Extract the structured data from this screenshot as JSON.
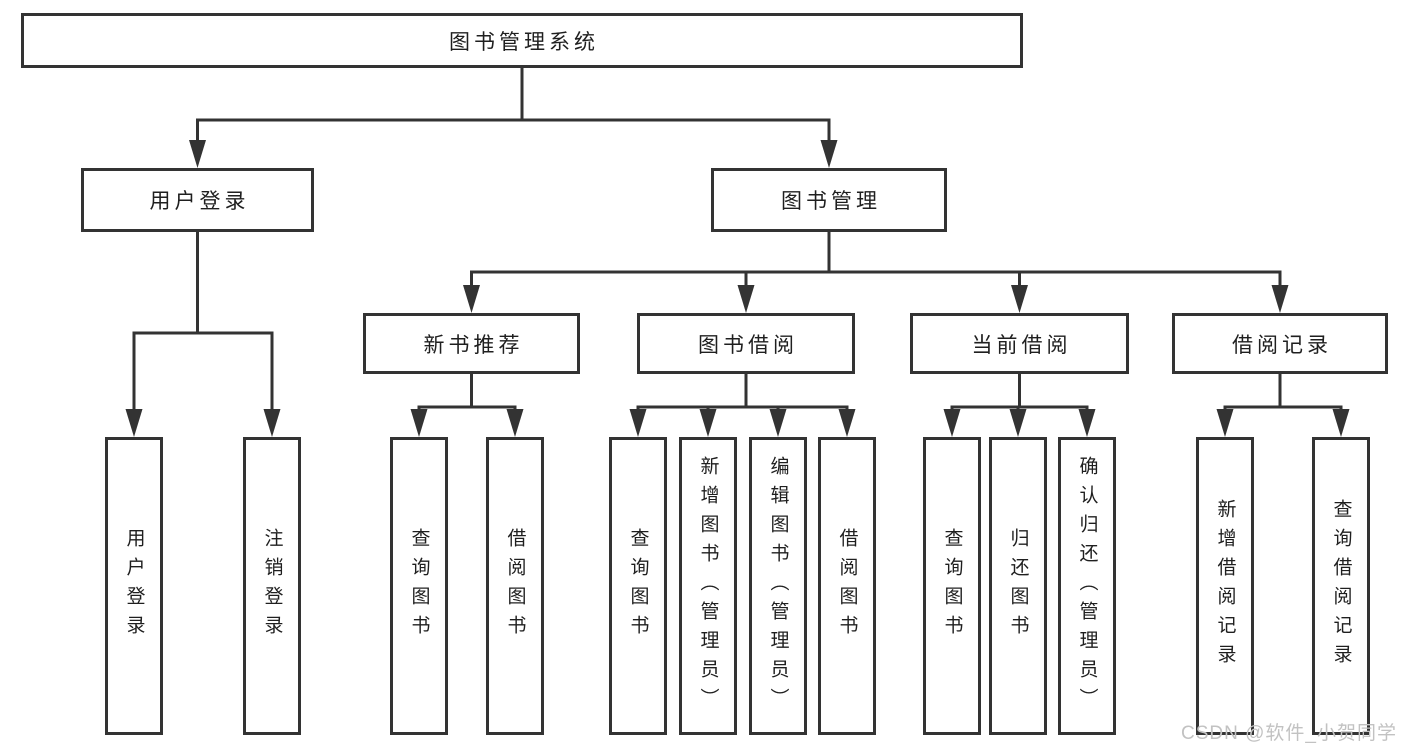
{
  "tree": {
    "root": "图书管理系统",
    "branches": [
      {
        "label": "用户登录",
        "children": [
          "用户登录",
          "注销登录"
        ]
      },
      {
        "label": "图书管理",
        "groups": [
          {
            "label": "新书推荐",
            "children": [
              "查询图书",
              "借阅图书"
            ]
          },
          {
            "label": "图书借阅",
            "children": [
              "查询图书",
              "新增图书（管理员）",
              "编辑图书（管理员）",
              "借阅图书"
            ]
          },
          {
            "label": "当前借阅",
            "children": [
              "查询图书",
              "归还图书",
              "确认归还（管理员）"
            ]
          },
          {
            "label": "借阅记录",
            "children": [
              "新增借阅记录",
              "查询借阅记录"
            ]
          }
        ]
      }
    ]
  },
  "watermark": "CSDN @软件_小贺同学",
  "colors": {
    "line": "#333333",
    "box_border": "#333333",
    "text": "#1f1f1f",
    "watermark": "#c2c2c2",
    "background": "#ffffff"
  }
}
